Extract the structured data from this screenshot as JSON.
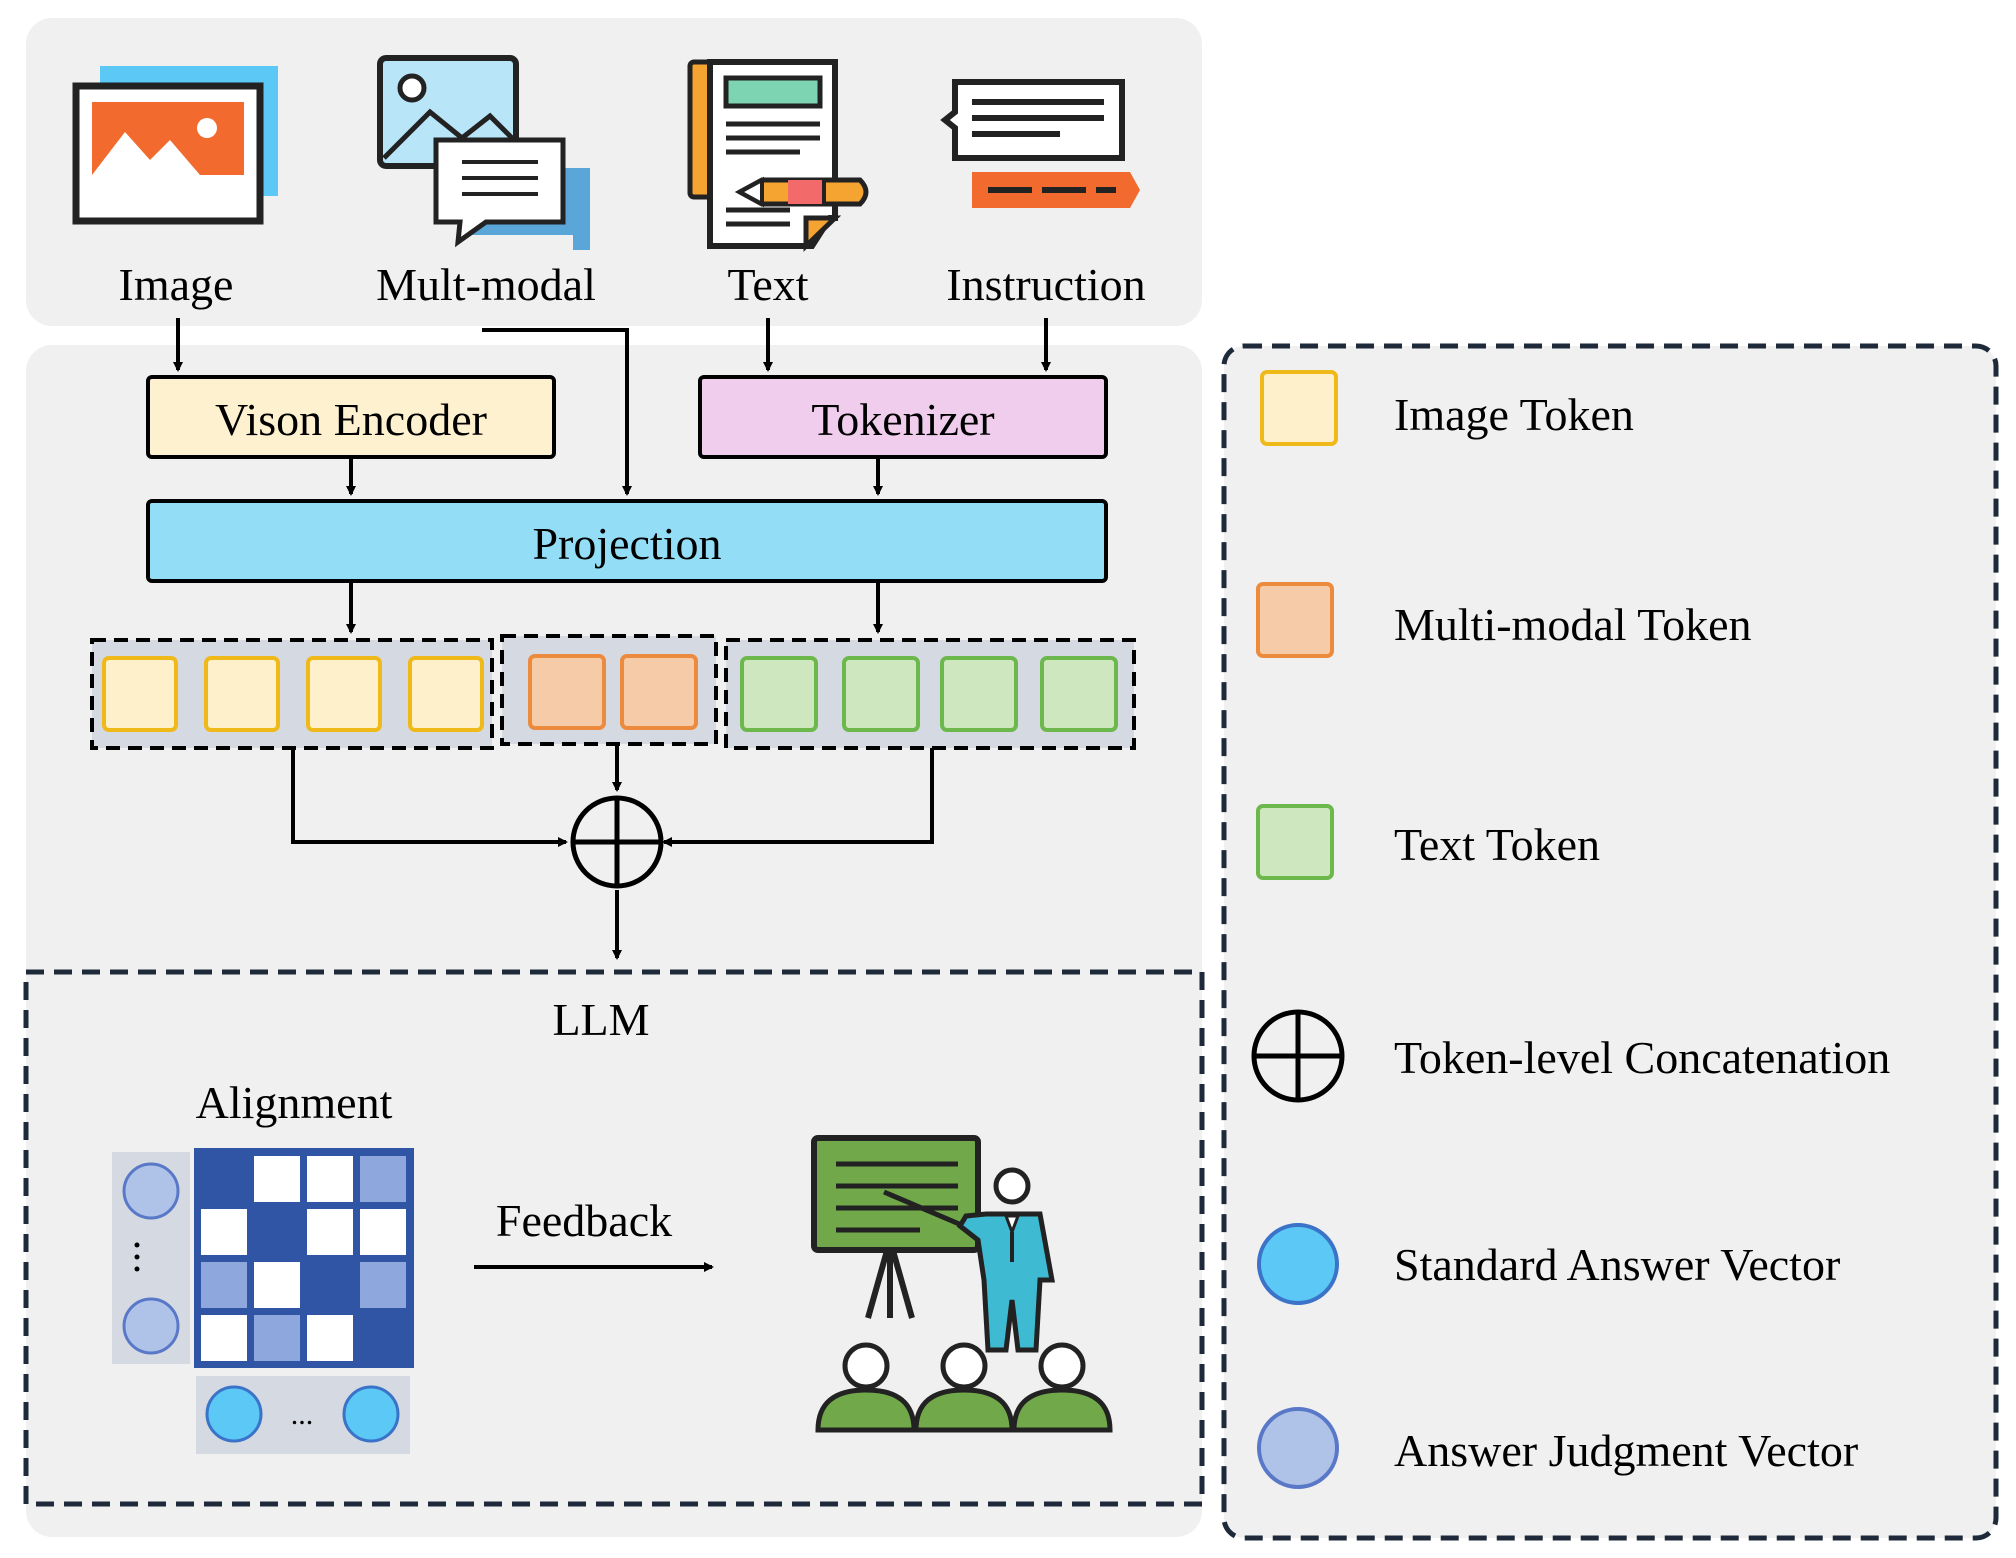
{
  "inputs": {
    "image": "Image",
    "multimodal": "Mult-modal",
    "text": "Text",
    "instruction": "Instruction"
  },
  "modules": {
    "vision_encoder": "Vison Encoder",
    "tokenizer": "Tokenizer",
    "projection": "Projection",
    "llm": "LLM",
    "alignment": "Alignment",
    "feedback": "Feedback",
    "ellipsis": "..."
  },
  "legend": {
    "image_token": "Image Token",
    "multimodal_token": "Multi-modal Token",
    "text_token": "Text Token",
    "concat": "Token-level Concatenation",
    "standard_vector": "Standard Answer Vector",
    "judgment_vector": "Answer Judgment Vector"
  },
  "colors": {
    "image_token_fill": "#FDF0CB",
    "image_token_stroke": "#F0B91A",
    "mm_token_fill": "#F6CBA8",
    "mm_token_stroke": "#EC8A3E",
    "text_token_fill": "#CFE7BF",
    "text_token_stroke": "#6DB84C",
    "encoder_fill": "#FDF1CF",
    "tokenizer_fill": "#F0CDED",
    "projection_fill": "#93DDF7",
    "standard_vector": "#5BC8F5",
    "judgment_vector": "#AFC2E8",
    "panel_bg": "#F0F0F0",
    "orange": "#F26A2E",
    "green": "#71A84A",
    "teal": "#3EBBD2"
  },
  "icons": [
    "image-icon",
    "multimodal-icon",
    "text-document-icon",
    "instruction-icon",
    "teacher-presentation-icon",
    "concat-icon"
  ]
}
